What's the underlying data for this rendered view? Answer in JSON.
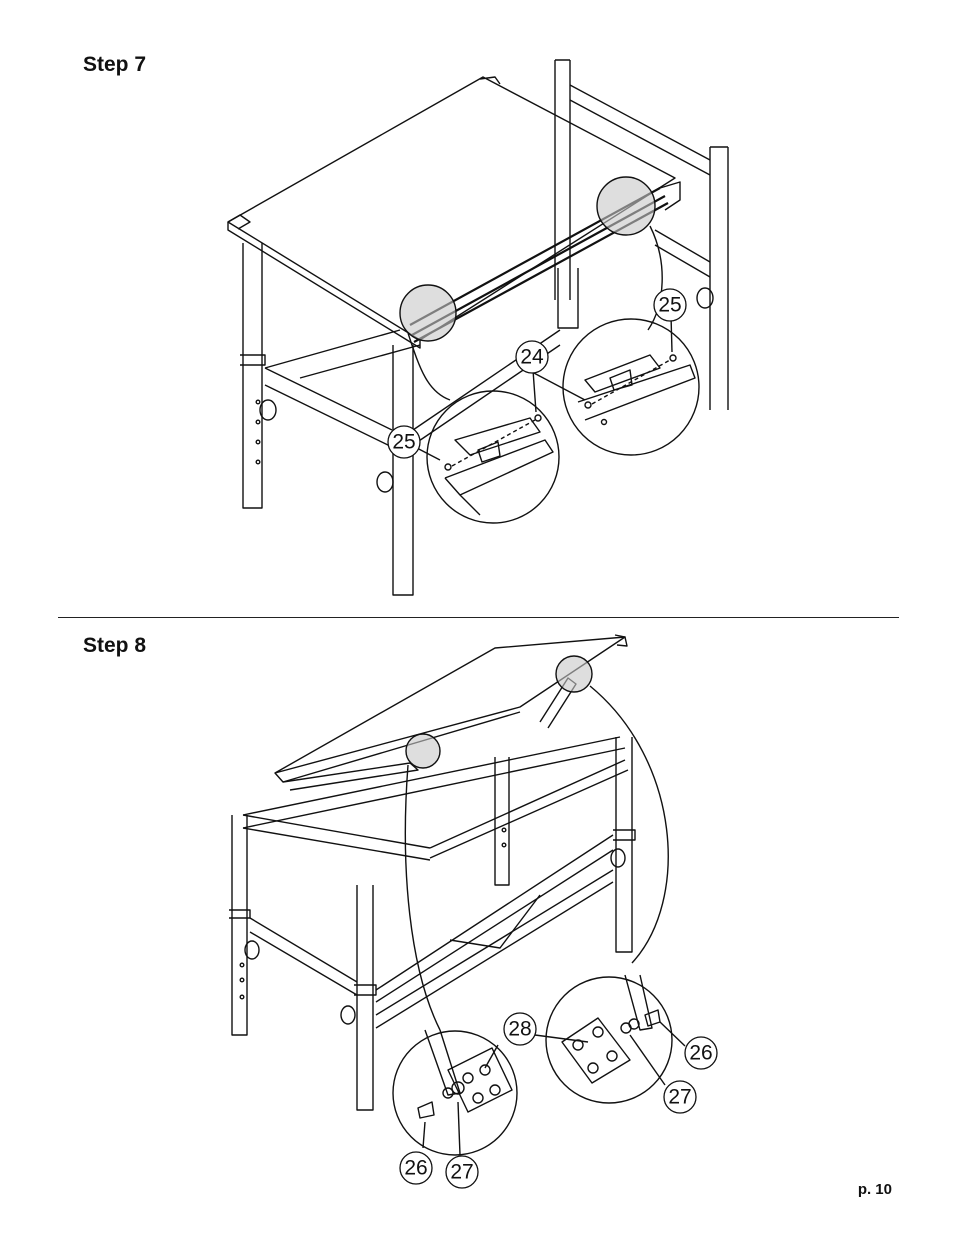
{
  "steps": [
    {
      "title": "Step 7",
      "callouts": [
        "24",
        "25",
        "25"
      ]
    },
    {
      "title": "Step 8",
      "callouts": [
        "28",
        "26",
        "27",
        "26",
        "27"
      ]
    }
  ],
  "page": "p. 10"
}
